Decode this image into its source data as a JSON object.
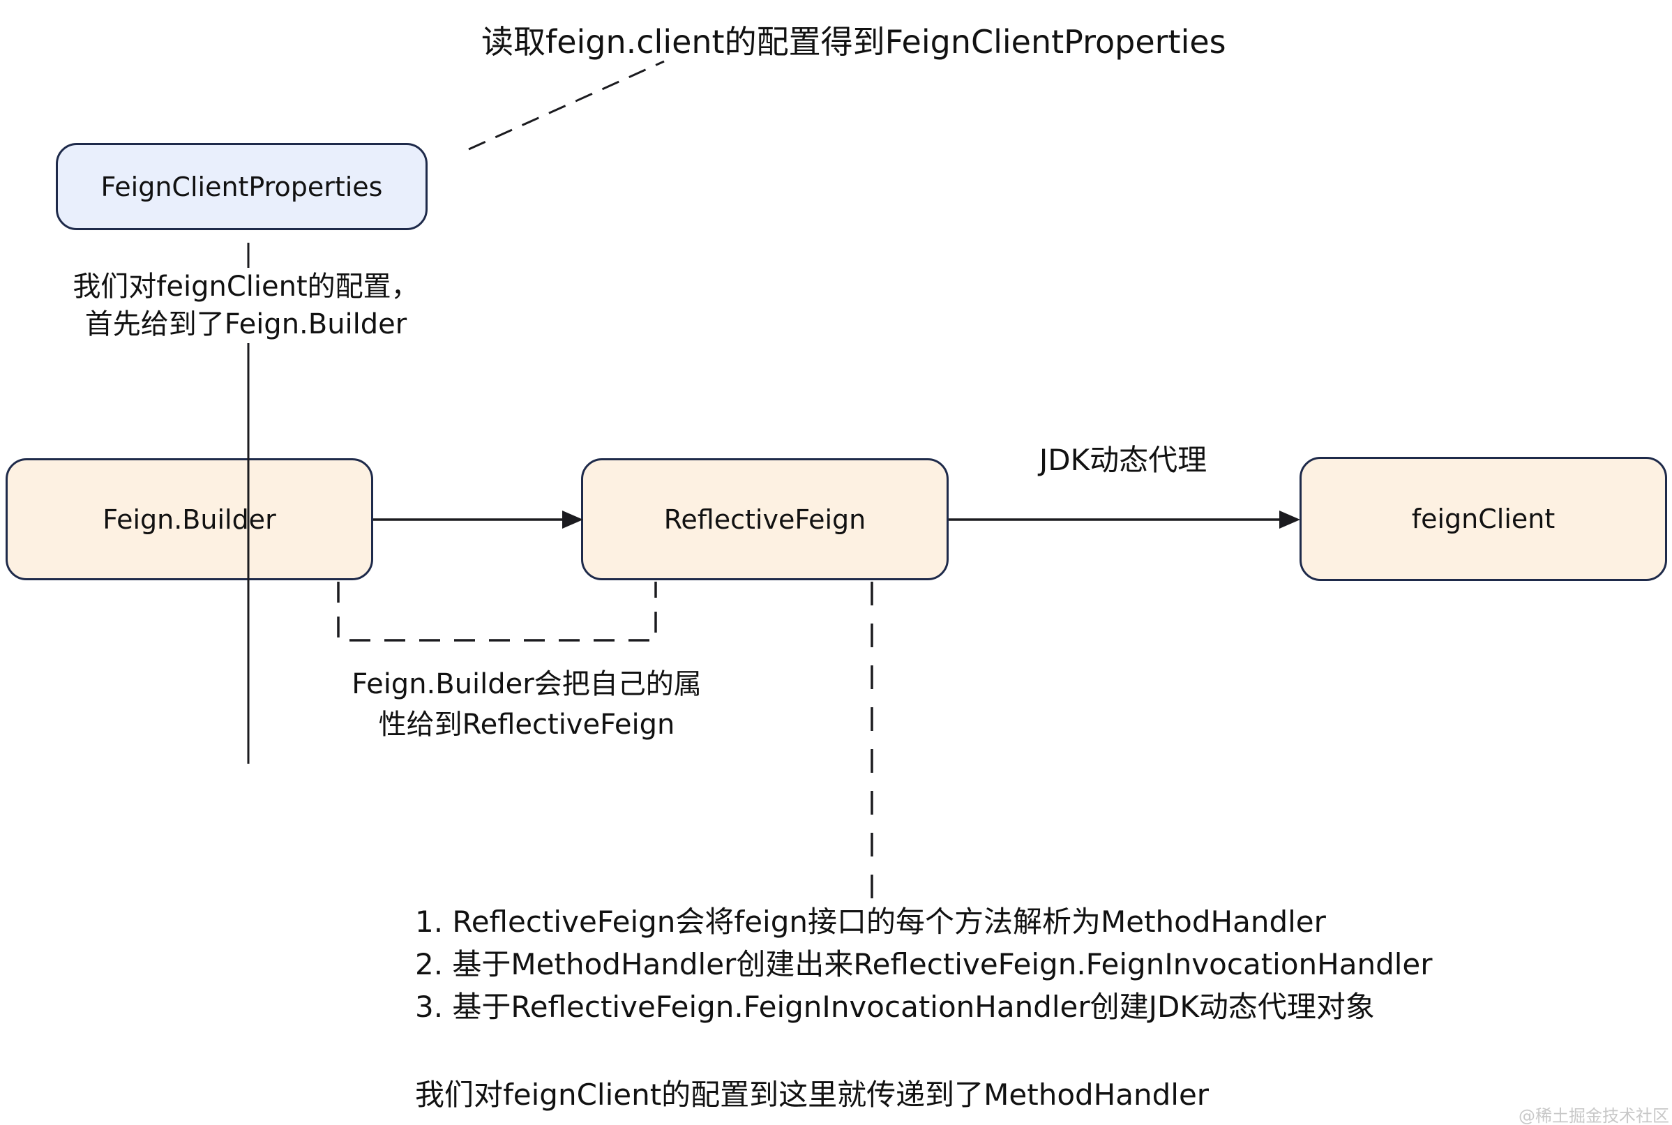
{
  "colors": {
    "node_fill_blue": "#e9effc",
    "node_fill_cream": "#fdf1e2",
    "node_border": "#1e2a4a",
    "line": "#1b1b1f",
    "text": "#111111",
    "watermark": "#c8c8c8"
  },
  "annotations": {
    "top_note": "读取feign.client的配置得到FeignClientProperties",
    "config_note_line1": "我们对feignClient的配置，",
    "config_note_line2": "首先给到了Feign.Builder",
    "builder_note_line1": "Feign.Builder会把自己的属",
    "builder_note_line2": "性给到ReflectiveFeign",
    "jdk_label": "JDK动态代理"
  },
  "nodes": {
    "feign_client_properties": "FeignClientProperties",
    "feign_builder": "Feign.Builder",
    "reflective_feign": "ReflectiveFeign",
    "feign_client": "feignClient"
  },
  "steps": [
    "1. ReflectiveFeign会将feign接口的每个方法解析为MethodHandler",
    "2. 基于MethodHandler创建出来ReflectiveFeign.FeignInvocationHandler",
    "3. 基于ReflectiveFeign.FeignInvocationHandler创建JDK动态代理对象"
  ],
  "conclusion": "我们对feignClient的配置到这里就传递到了MethodHandler",
  "watermark": "@稀土掘金技术社区"
}
